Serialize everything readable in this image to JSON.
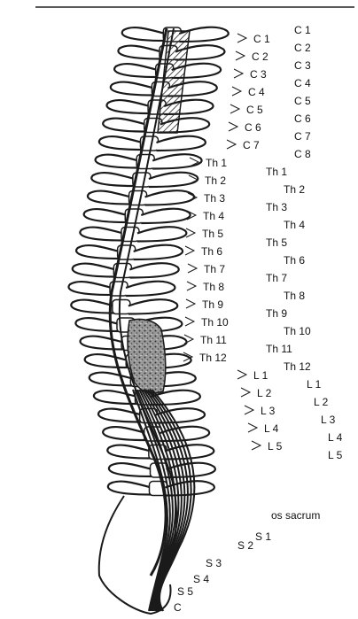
{
  "diagram": {
    "segment_labels_left": [
      {
        "name": "vertebra-label-c1",
        "text": "C 1"
      },
      {
        "name": "vertebra-label-c2",
        "text": "C 2"
      },
      {
        "name": "vertebra-label-c3",
        "text": "C 3"
      },
      {
        "name": "vertebra-label-c4",
        "text": "C 4"
      },
      {
        "name": "vertebra-label-c5",
        "text": "C 5"
      },
      {
        "name": "vertebra-label-c6",
        "text": "C 6"
      },
      {
        "name": "vertebra-label-c7",
        "text": "C 7"
      },
      {
        "name": "vertebra-label-th1",
        "text": "Th 1"
      },
      {
        "name": "vertebra-label-th2",
        "text": "Th 2"
      },
      {
        "name": "vertebra-label-th3",
        "text": "Th 3"
      },
      {
        "name": "vertebra-label-th4",
        "text": "Th 4"
      },
      {
        "name": "vertebra-label-th5",
        "text": "Th 5"
      },
      {
        "name": "vertebra-label-th6",
        "text": "Th 6"
      },
      {
        "name": "vertebra-label-th7",
        "text": "Th 7"
      },
      {
        "name": "vertebra-label-th8",
        "text": "Th 8"
      },
      {
        "name": "vertebra-label-th9",
        "text": "Th 9"
      },
      {
        "name": "vertebra-label-th10",
        "text": "Th 10"
      },
      {
        "name": "vertebra-label-th11",
        "text": "Th 11"
      },
      {
        "name": "vertebra-label-th12",
        "text": "Th 12"
      },
      {
        "name": "vertebra-label-l1",
        "text": "L 1"
      },
      {
        "name": "vertebra-label-l2",
        "text": "L 2"
      },
      {
        "name": "vertebra-label-l3",
        "text": "L 3"
      },
      {
        "name": "vertebra-label-l4",
        "text": "L 4"
      },
      {
        "name": "vertebra-label-l5",
        "text": "L 5"
      }
    ],
    "nerve_labels_right": [
      {
        "name": "nerve-label-c1",
        "text": "C 1"
      },
      {
        "name": "nerve-label-c2",
        "text": "C 2"
      },
      {
        "name": "nerve-label-c3",
        "text": "C 3"
      },
      {
        "name": "nerve-label-c4",
        "text": "C 4"
      },
      {
        "name": "nerve-label-c5",
        "text": "C 5"
      },
      {
        "name": "nerve-label-c6",
        "text": "C 6"
      },
      {
        "name": "nerve-label-c7",
        "text": "C 7"
      },
      {
        "name": "nerve-label-c8",
        "text": "C 8"
      },
      {
        "name": "nerve-label-th1",
        "text": "Th 1"
      },
      {
        "name": "nerve-label-th2",
        "text": "Th 2"
      },
      {
        "name": "nerve-label-th3",
        "text": "Th 3"
      },
      {
        "name": "nerve-label-th4",
        "text": "Th 4"
      },
      {
        "name": "nerve-label-th5",
        "text": "Th 5"
      },
      {
        "name": "nerve-label-th6",
        "text": "Th 6"
      },
      {
        "name": "nerve-label-th7",
        "text": "Th 7"
      },
      {
        "name": "nerve-label-th8",
        "text": "Th 8"
      },
      {
        "name": "nerve-label-th9",
        "text": "Th 9"
      },
      {
        "name": "nerve-label-th10",
        "text": "Th 10"
      },
      {
        "name": "nerve-label-th11",
        "text": "Th 11"
      },
      {
        "name": "nerve-label-th12",
        "text": "Th 12"
      },
      {
        "name": "nerve-label-l1",
        "text": "L 1"
      },
      {
        "name": "nerve-label-l2",
        "text": "L 2"
      },
      {
        "name": "nerve-label-l3",
        "text": "L 3"
      },
      {
        "name": "nerve-label-l4",
        "text": "L 4"
      },
      {
        "name": "nerve-label-l5",
        "text": "L 5"
      }
    ],
    "sacral_labels": [
      {
        "name": "label-os-sacrum",
        "text": "os sacrum"
      },
      {
        "name": "nerve-label-s1",
        "text": "S 1"
      },
      {
        "name": "nerve-label-s2",
        "text": "S 2"
      },
      {
        "name": "nerve-label-s3",
        "text": "S 3"
      },
      {
        "name": "nerve-label-s4",
        "text": "S 4"
      },
      {
        "name": "nerve-label-s5",
        "text": "S 5"
      },
      {
        "name": "nerve-label-coccygeal",
        "text": "C"
      }
    ],
    "colors": {
      "line": "#1a1a1a",
      "paper": "#ffffff",
      "shade": "#555555"
    }
  }
}
